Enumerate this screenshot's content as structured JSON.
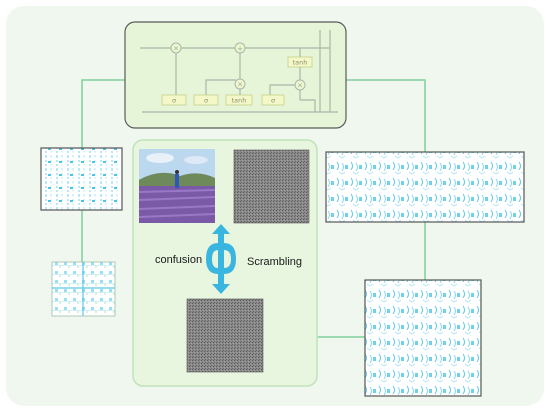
{
  "labels": {
    "confusion": "confusion",
    "scrambling": "Scrambling"
  },
  "lstm_cell": {
    "sigma_1": "σ",
    "sigma_2": "σ",
    "sigma_3": "σ",
    "tanh_gate": "tanh",
    "tanh_out": "tanh",
    "multiply": "×",
    "add": "+"
  },
  "colors": {
    "background": "#f0f7ef",
    "panel_border": "#b8dcb5",
    "connector": "#7fcf9b",
    "lstm_fill": "#e6f5d8",
    "gate_fill": "#f4f8c8",
    "pattern_blue": "#4cc4e6",
    "arrow_blue": "#38b6e0",
    "noise_gray": "#7a7a7a"
  },
  "icons": {
    "bidirectional_arrow": "double-headed-arrow-icon",
    "loop_symbol": "loop-arrow-icon"
  }
}
